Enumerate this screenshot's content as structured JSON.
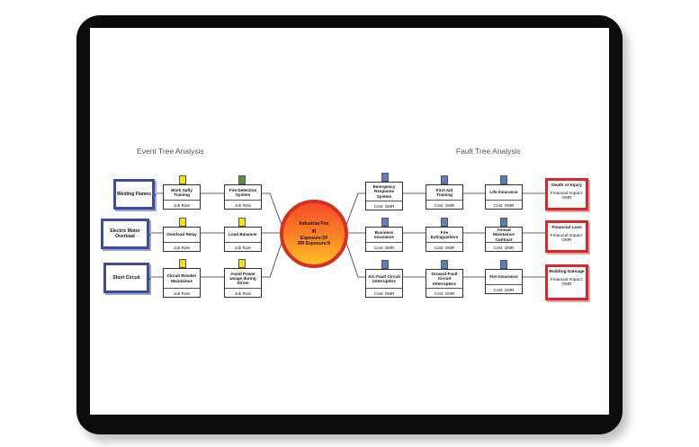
{
  "headings": {
    "left": "Event Tree Analysis",
    "right": "Fault Tree Analysis"
  },
  "colors": {
    "source_border": "#3d4ba0",
    "outcome_border": "#d9262b",
    "flag_yellow": "#f5e21c",
    "flag_green": "#5f9240",
    "flag_blue": "#5a7fbf"
  },
  "sources": [
    {
      "label": "Welding Flames"
    },
    {
      "label": "Electric Motor Overload"
    },
    {
      "label": "Short Circuit"
    }
  ],
  "event_nodes": [
    {
      "title": "Work Safty Training",
      "sub": "Job Role",
      "flag": "yellow"
    },
    {
      "title": "Fire Detection System",
      "sub": "Job Role",
      "flag": "green"
    },
    {
      "title": "Overload Relay",
      "sub": "Job Role",
      "flag": "yellow"
    },
    {
      "title": "Load Balancer",
      "sub": "Job Role",
      "flag": "yellow"
    },
    {
      "title": "Circuit Breaker Maintaince",
      "sub": "Job Role",
      "flag": "yellow"
    },
    {
      "title": "Avoid Power Usage during Strom",
      "sub": "Job Role",
      "flag": "yellow"
    }
  ],
  "center": {
    "line1": "Industrial Fire",
    "line2": "IR",
    "line3": "Exposure:20",
    "line4": "RR Exposure:9"
  },
  "fault_nodes": [
    {
      "title": "Emergency Response System",
      "sub": "Cost: OMR",
      "flag": "blue"
    },
    {
      "title": "First Aid Training",
      "sub": "Cost: OMR",
      "flag": "blue"
    },
    {
      "title": "Life Insurance",
      "sub": "Cost: OMR",
      "flag": "blue"
    },
    {
      "title": "Business Insurance",
      "sub": "Cost: OMR",
      "flag": "blue"
    },
    {
      "title": "Fire Extinguishers",
      "sub": "Cost: OMR",
      "flag": "blue"
    },
    {
      "title": "Annual Maintaince Contract",
      "sub": "Cost: OMR",
      "flag": "blue"
    },
    {
      "title": "Arc-Fault Circuit Interrupters",
      "sub": "Cost: OMR",
      "flag": "blue"
    },
    {
      "title": "Ground-Fault Circuit Interrupters",
      "sub": "Cost: OMR",
      "flag": "blue"
    },
    {
      "title": "Fire Insurance",
      "sub": "Cost: OMR",
      "flag": "blue"
    }
  ],
  "outcomes": [
    {
      "title": "Death or Injury",
      "sub": "Financial Impact: OMR"
    },
    {
      "title": "Financial Loss",
      "sub": "Financial Impact: OMR"
    },
    {
      "title": "Building Damage",
      "sub": "Financial Impact: OMR"
    }
  ]
}
